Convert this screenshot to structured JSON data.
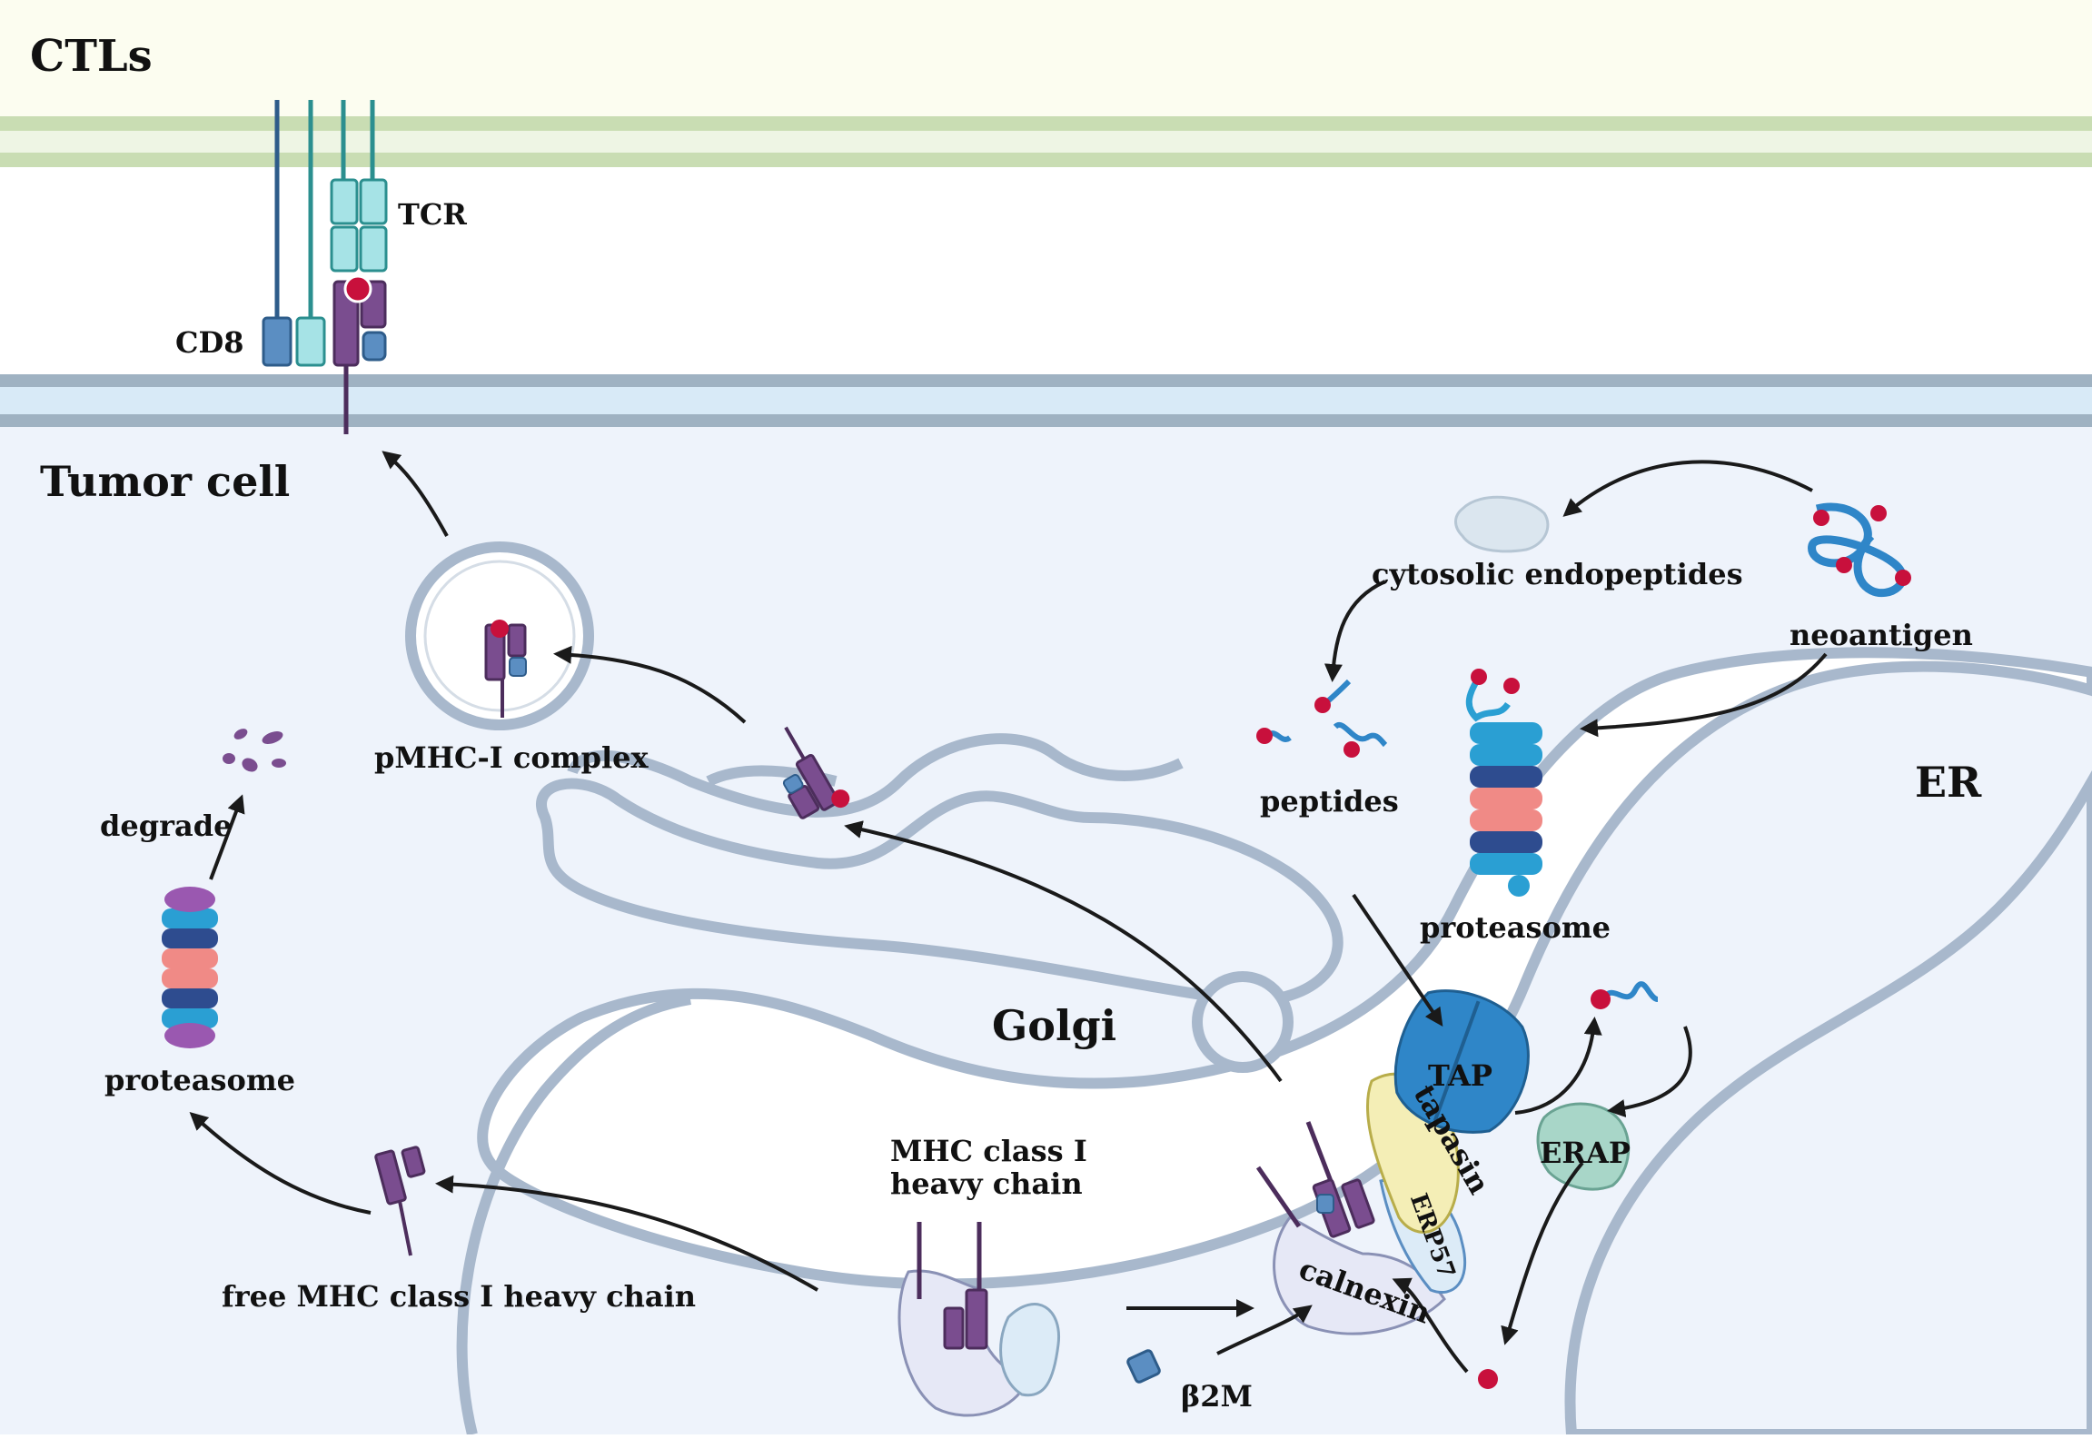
{
  "labels": {
    "ctls": "CTLs",
    "tcr": "TCR",
    "cd8": "CD8",
    "tumor_cell": "Tumor cell",
    "pmhc_complex": "pMHC-I complex",
    "degrade": "degrade",
    "proteasome_left": "proteasome",
    "free_heavy_chain": "free MHC class I heavy chain",
    "golgi": "Golgi",
    "mhc_heavy_chain_line1": "MHC class I",
    "mhc_heavy_chain_line2": "heavy chain",
    "b2m": "β2M",
    "calnexin": "calnexin",
    "erp57": "ERP57",
    "tapasin": "tapasin",
    "tap": "TAP",
    "erap": "ERAP",
    "er": "ER",
    "cytosolic_endopeptides": "cytosolic endopeptides",
    "neoantigen": "neoantigen",
    "peptides": "peptides",
    "proteasome_right": "proteasome"
  },
  "colors": {
    "ctl_background": "#fcfdf0",
    "ctl_membrane": "#c9ddb3",
    "tumor_membrane": "#9fb2c2",
    "tumor_cytosol": "#eef3fb",
    "organelle_outline": "#a8b8cc",
    "mhc_purple": "#7a4d8f",
    "b2m_blue": "#5b8ec2",
    "peptide_red": "#c8103c",
    "teal": "#7ecfd6",
    "tap_blue": "#2f86c8",
    "tapasin_yellow": "#f4eeb6",
    "erap_green": "#a8d6c8",
    "proteasome_pink": "#f08a86",
    "proteasome_blue": "#2a9fd3",
    "proteasome_navy": "#2e4c8f"
  }
}
